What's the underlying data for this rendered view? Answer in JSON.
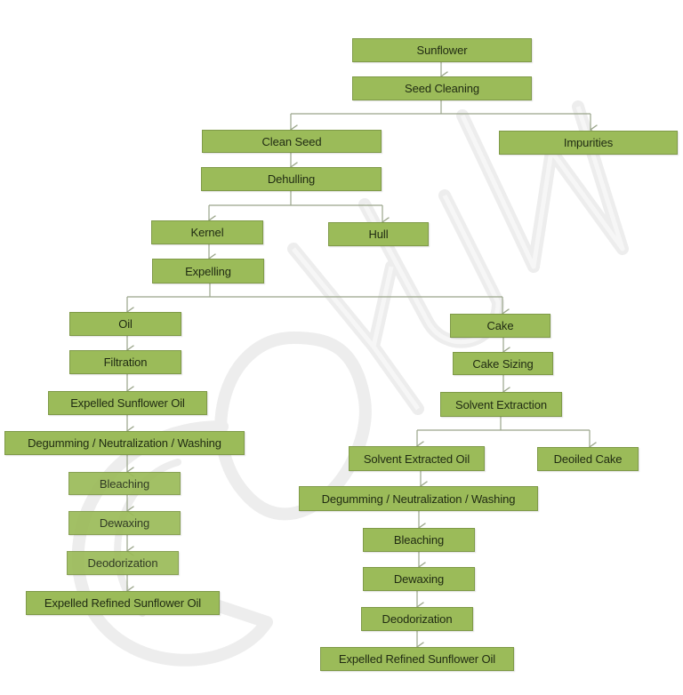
{
  "diagram": {
    "title": "Sunflower oil processing flowchart",
    "watermark": "GOYUM",
    "colors": {
      "box_fill": "#9bbb59",
      "box_border": "#7f9a48",
      "text": "#1f2a12",
      "connector": "#9aa58a",
      "watermark": "#ececec"
    },
    "nodes": {
      "sunflower": "Sunflower",
      "seed_cleaning": "Seed Cleaning",
      "clean_seed": "Clean Seed",
      "impurities": "Impurities",
      "dehulling": "Dehulling",
      "kernel": "Kernel",
      "hull": "Hull",
      "expelling": "Expelling",
      "oil": "Oil",
      "filtration": "Filtration",
      "expelled_sunflower_oil": "Expelled Sunflower Oil",
      "left_degumming": "Degumming / Neutralization / Washing",
      "left_bleaching": "Bleaching",
      "left_dewaxing": "Dewaxing",
      "left_deodorization": "Deodorization",
      "left_refined_oil": "Expelled Refined Sunflower Oil",
      "cake": "Cake",
      "cake_sizing": "Cake Sizing",
      "solvent_extraction": "Solvent Extraction",
      "solvent_extracted_oil": "Solvent Extracted Oil",
      "deoiled_cake": "Deoiled Cake",
      "right_degumming": "Degumming / Neutralization / Washing",
      "right_bleaching": "Bleaching",
      "right_dewaxing": "Dewaxing",
      "right_deodorization": "Deodorization",
      "right_refined_oil": "Expelled Refined Sunflower Oil"
    },
    "edges": [
      [
        "Sunflower",
        "Seed Cleaning"
      ],
      [
        "Seed Cleaning",
        "Clean Seed"
      ],
      [
        "Seed Cleaning",
        "Impurities"
      ],
      [
        "Clean Seed",
        "Dehulling"
      ],
      [
        "Dehulling",
        "Kernel"
      ],
      [
        "Dehulling",
        "Hull"
      ],
      [
        "Kernel",
        "Expelling"
      ],
      [
        "Expelling",
        "Oil"
      ],
      [
        "Expelling",
        "Cake"
      ],
      [
        "Oil",
        "Filtration"
      ],
      [
        "Filtration",
        "Expelled Sunflower Oil"
      ],
      [
        "Expelled Sunflower Oil",
        "Degumming / Neutralization / Washing"
      ],
      [
        "Degumming / Neutralization / Washing",
        "Bleaching"
      ],
      [
        "Bleaching",
        "Dewaxing"
      ],
      [
        "Dewaxing",
        "Deodorization"
      ],
      [
        "Deodorization",
        "Expelled Refined Sunflower Oil"
      ],
      [
        "Cake",
        "Cake Sizing"
      ],
      [
        "Cake Sizing",
        "Solvent Extraction"
      ],
      [
        "Solvent Extraction",
        "Solvent Extracted Oil"
      ],
      [
        "Solvent Extraction",
        "Deoiled Cake"
      ],
      [
        "Solvent Extracted Oil",
        "Degumming / Neutralization / Washing"
      ],
      [
        "Degumming / Neutralization / Washing",
        "Bleaching"
      ],
      [
        "Bleaching",
        "Dewaxing"
      ],
      [
        "Dewaxing",
        "Deodorization"
      ],
      [
        "Deodorization",
        "Expelled Refined Sunflower Oil"
      ]
    ]
  }
}
